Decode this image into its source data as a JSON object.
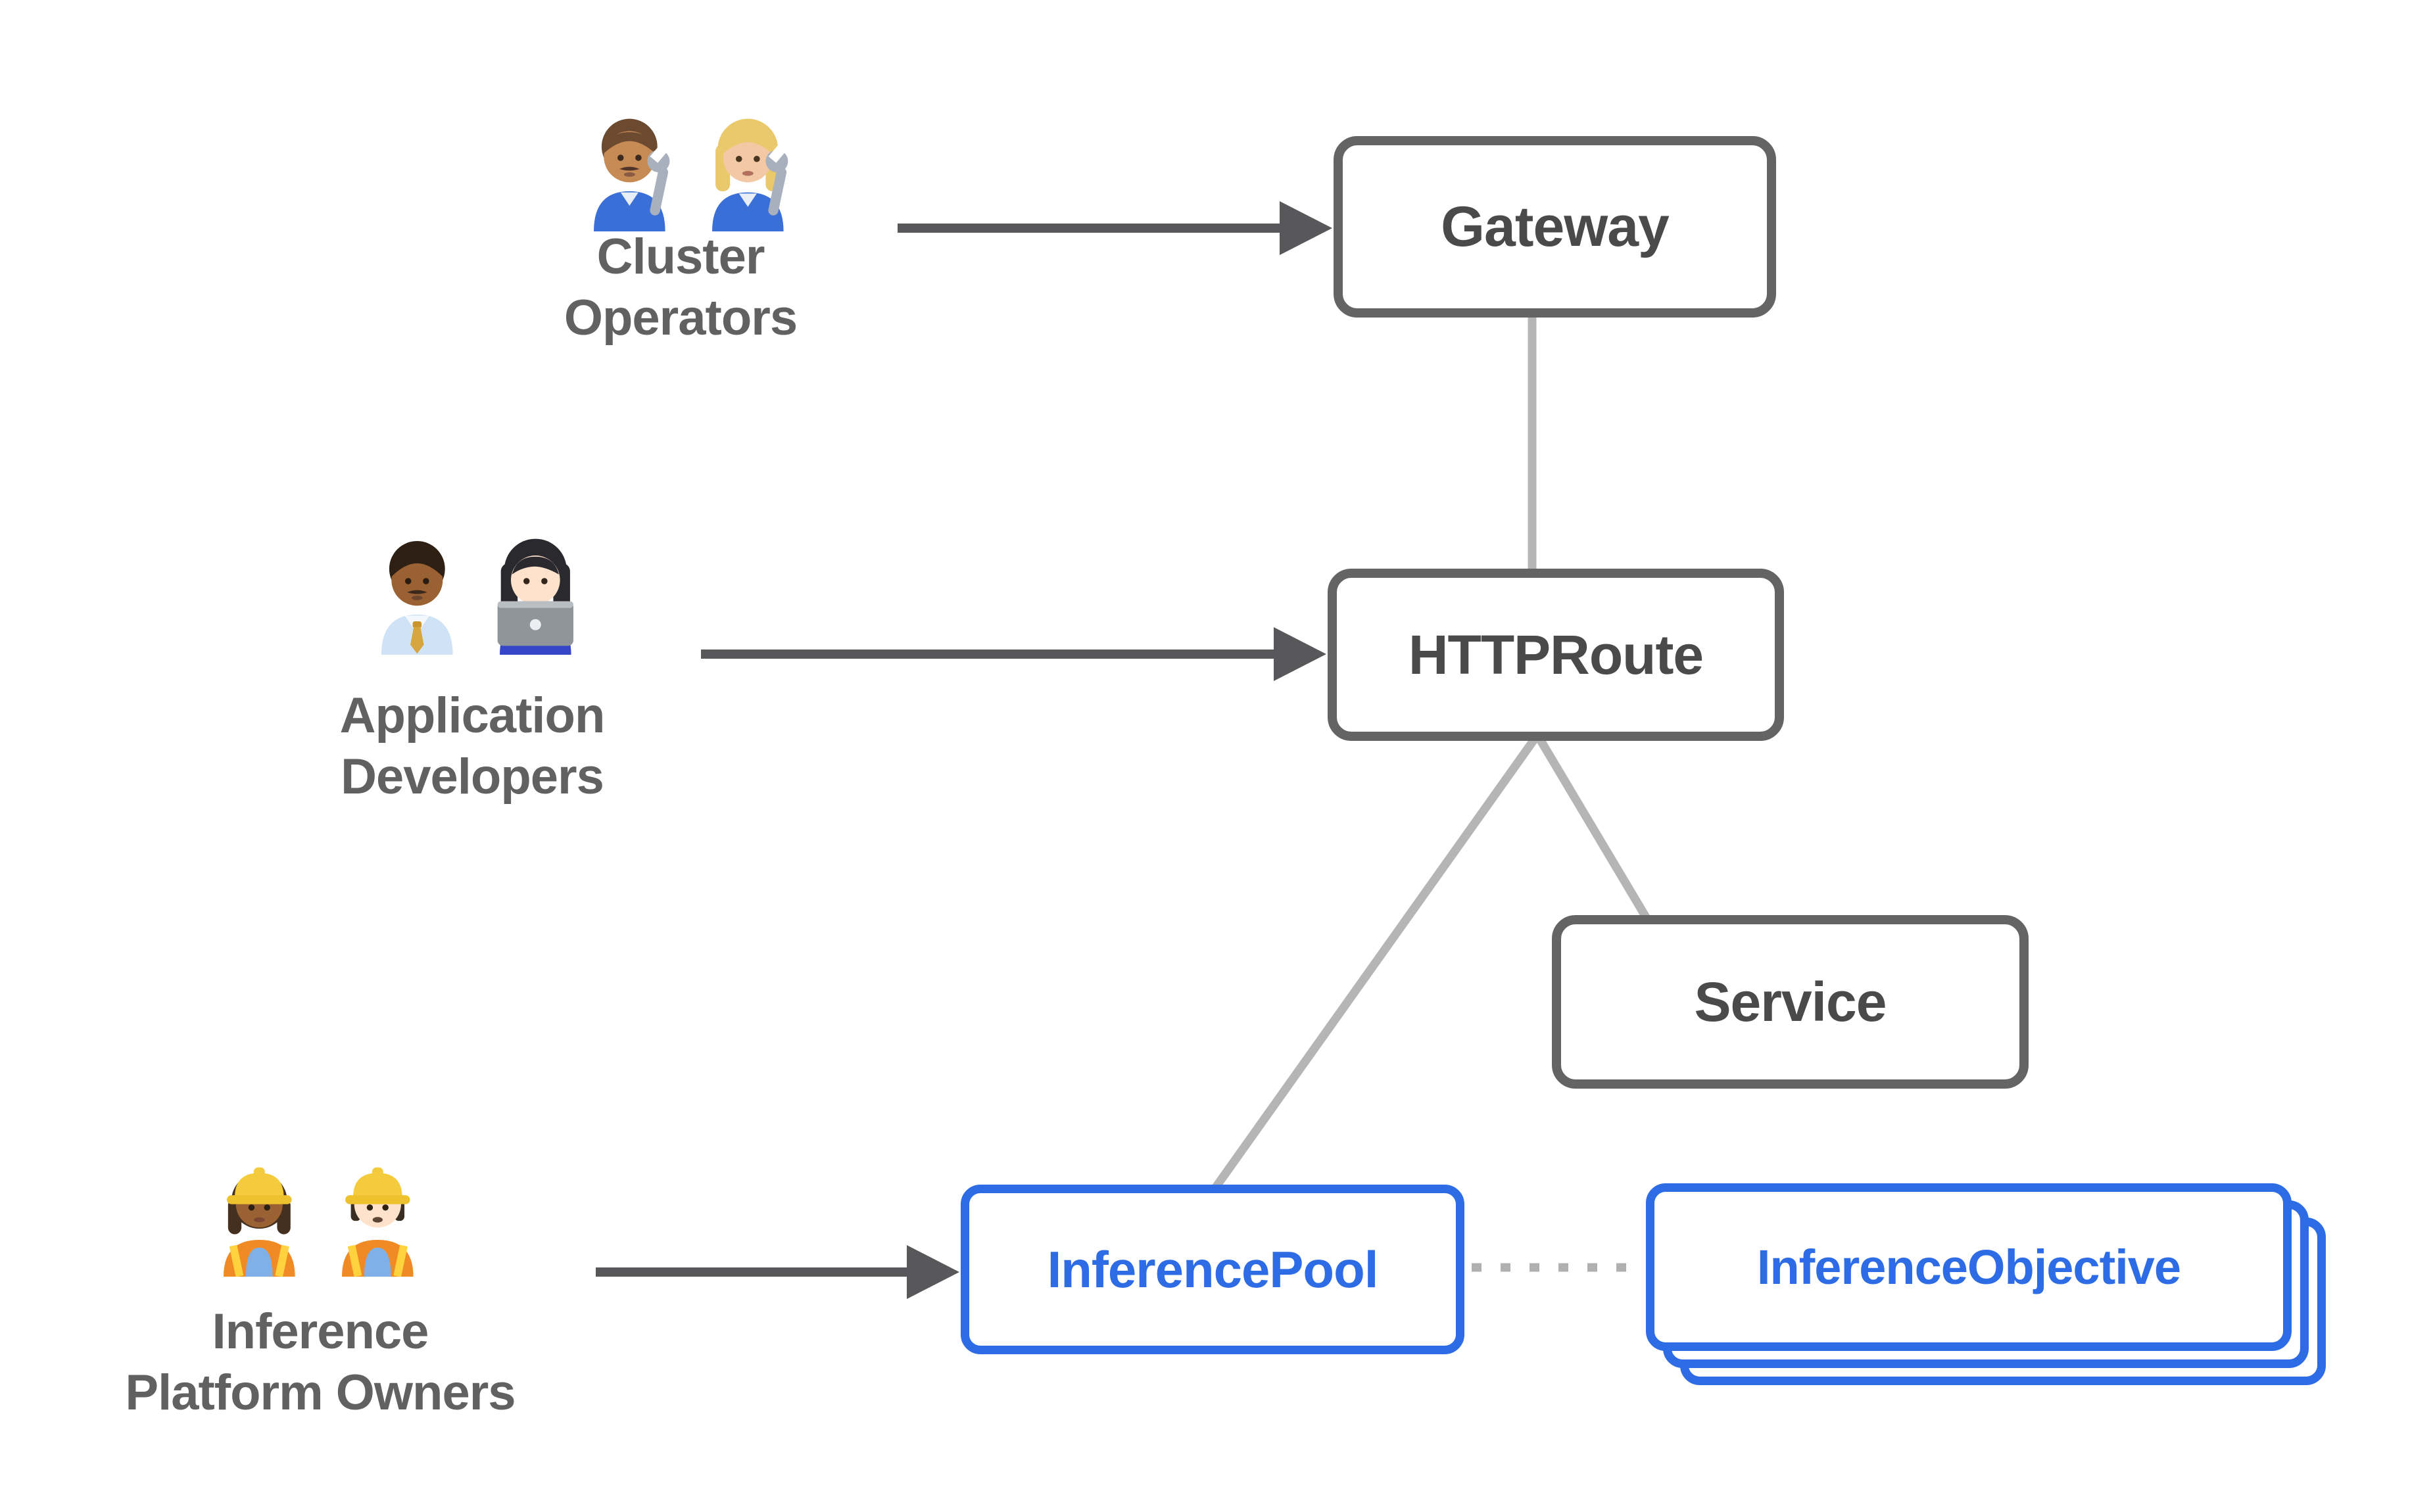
{
  "diagram_type": "kubernetes-gateway-api-inference-extension-architecture",
  "actors": [
    {
      "line1": "Cluster",
      "line2": "Operators",
      "icons": [
        "man-mechanic-emoji",
        "woman-mechanic-emoji"
      ],
      "points_to": "Gateway"
    },
    {
      "line1": "Application",
      "line2": "Developers",
      "icons": [
        "man-office-worker-emoji",
        "woman-technologist-emoji"
      ],
      "points_to": "HTTPRoute"
    },
    {
      "line1": "Inference",
      "line2": "Platform Owners",
      "icons": [
        "woman-construction-worker-emoji",
        "man-construction-worker-emoji"
      ],
      "points_to": "InferencePool"
    }
  ],
  "nodes": {
    "gateway": {
      "label": "Gateway",
      "style": "gray"
    },
    "httproute": {
      "label": "HTTPRoute",
      "style": "gray"
    },
    "service": {
      "label": "Service",
      "style": "gray"
    },
    "inferencepool": {
      "label": "InferencePool",
      "style": "blue"
    },
    "inferenceobjective": {
      "label": "InferenceObjective",
      "style": "blue",
      "stacked": true,
      "stack_count": 3
    }
  },
  "edges": [
    {
      "from": "cluster-operators",
      "to": "gateway",
      "type": "solid-arrow"
    },
    {
      "from": "application-developers",
      "to": "httproute",
      "type": "solid-arrow"
    },
    {
      "from": "inference-platform-owners",
      "to": "inferencepool",
      "type": "solid-arrow"
    },
    {
      "from": "gateway",
      "to": "httproute",
      "type": "plain-line"
    },
    {
      "from": "httproute",
      "to": "inferencepool",
      "type": "plain-line"
    },
    {
      "from": "httproute",
      "to": "service",
      "type": "plain-line"
    },
    {
      "from": "inferencepool",
      "to": "inferenceobjective",
      "type": "dotted-line"
    }
  ],
  "colors": {
    "background": "#ffffff",
    "gray_border": "#646464",
    "gray_text": "#4a4a4a",
    "label_text": "#616161",
    "blue": "#2d6ce5",
    "connector": "#b5b5b5",
    "dotted": "#b0b0b0",
    "arrow": "#58585b"
  }
}
